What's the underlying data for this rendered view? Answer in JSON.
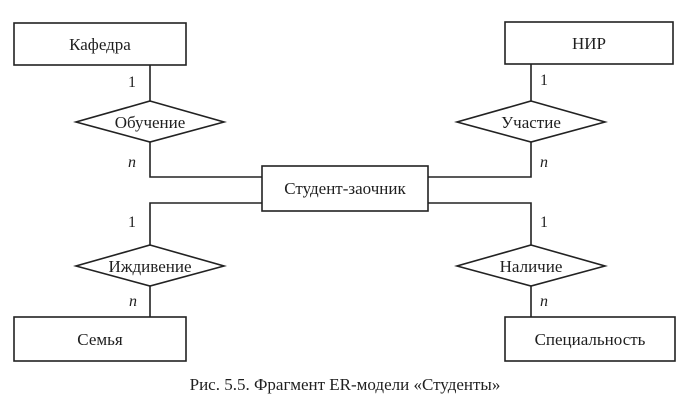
{
  "entities": {
    "kafedra": "Кафедра",
    "nir": "НИР",
    "student": "Студент-заочник",
    "semya": "Семья",
    "specialnost": "Специальность"
  },
  "relationships": {
    "obuchenie": "Обучение",
    "uchastie": "Участие",
    "izhdivenie": "Иждивение",
    "nalichie": "Наличие"
  },
  "cardinalities": {
    "obuchenie_top": "1",
    "obuchenie_bottom": "n",
    "uchastie_top": "1",
    "uchastie_bottom": "n",
    "izhdivenie_top": "1",
    "izhdivenie_bottom": "n",
    "nalichie_top": "1",
    "nalichie_bottom": "n"
  },
  "caption": "Рис. 5.5. Фрагмент ER-модели «Студенты»"
}
